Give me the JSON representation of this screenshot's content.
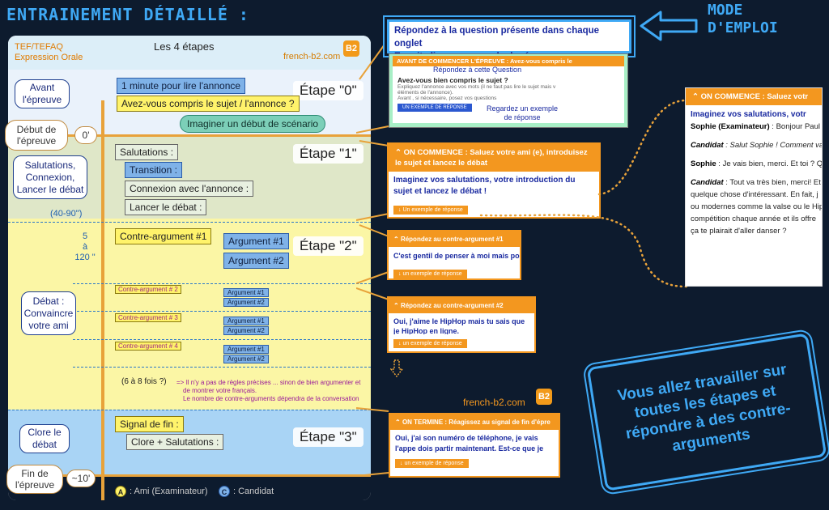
{
  "title": "ENTRAINEMENT DÉTAILLÉ :",
  "mode_title": "MODE D'EMPLOI",
  "panel": {
    "head_left": [
      "TEF/TEFAQ",
      "Expression Orale"
    ],
    "head_center": "Les 4 étapes",
    "brand": "french-b2.com",
    "badge": "B2"
  },
  "phases": {
    "avant": "Avant l'épreuve",
    "debut": "Début de l'épreuve",
    "salutations": "Salutations, Connexion, Lancer le débat",
    "debat": "Débat : Convaincre votre ami",
    "clore": "Clore le débat",
    "fin": "Fin de l'épreuve"
  },
  "times": {
    "t0": "0'",
    "t10": "~10'",
    "d1": "(40-90\")",
    "d2": [
      "5",
      "à",
      "120 \""
    ]
  },
  "etapes": [
    "Étape \"0\"",
    "Étape \"1\"",
    "Étape \"2\"",
    "Étape \"3\""
  ],
  "step0": {
    "read": "1 minute pour lire l'annonce",
    "understood": "Avez-vous compris  le sujet / l'annonce ?",
    "imagine": "Imaginer un début de scénario"
  },
  "step1": {
    "salutations": "Salutations :",
    "transition": "Transition :",
    "connexion": "Connexion avec l'annonce :",
    "lancer": "Lancer le débat :"
  },
  "step2": {
    "contre1": "Contre-argument #1",
    "arg1": "Argument #1",
    "arg2": "Argument #2",
    "contre2": "Contre-argument # 2",
    "contre3": "Contre-argument # 3",
    "contre4": "Contre-argument # 4",
    "small_arg1": "Argument #1",
    "small_arg2": "Argument #2",
    "repeat": "(6 à 8 fois ?)",
    "note": [
      "=> Il n'y a pas de règles précises ... sinon de bien argumenter et",
      "de montrer votre français.",
      "Le nombre de contre-arguments dépendra de la conversation"
    ]
  },
  "step3": {
    "signal": "Signal de fin :",
    "clore": "Clore + Salutations :"
  },
  "legend": {
    "a_letter": "A",
    "a_label": ": Ami (Examinateur)",
    "c_letter": "C",
    "c_label": ": Candidat"
  },
  "instructions": {
    "line1": "Répondez à la question présente dans chaque onglet",
    "line2": "Ensuite lisez un exemple de réponse"
  },
  "card_pre": {
    "header": "AVANT DE COMMENCER L'ÉPREUVE : Avez-vous compris le",
    "hand1": "Répondez à cette  Question",
    "question": "Avez-vous bien compris le sujet ?",
    "hint1": "Expliquez l'annonce avec vos mots (il ne faut pas lire le sujet mais v",
    "hint2": "éléments de l'annonce).",
    "hint3": "Avant , si nécessaire, posez vos questions",
    "hand2": "Regardez un exemple de réponse",
    "button": "UN EXEMPLE DE RÉPONSE"
  },
  "card_start": {
    "header": "ON COMMENCE : Saluez votre ami (e), introduisez le sujet et lancez le débat",
    "body": "Imaginez vos salutations, votre introduction du sujet et lancez le débat !",
    "button": "Un exemple de réponse"
  },
  "card_c1": {
    "header": "Répondez au contre-argument #1",
    "body": "C'est gentil de penser à moi mais po",
    "button": "un exemple de réponse"
  },
  "card_c2": {
    "header": "Répondez au contre-argument #2",
    "body": "Oui, j'aime le HipHop mais tu sais que je HipHop en ligne.",
    "button": "un exemple de réponse"
  },
  "card_end": {
    "header": "ON TERMINE : Réagissez au signal de fin d'épre",
    "body": "Oui, j'ai son numéro de téléphone, je vais l'appe dois partir maintenant. Est-ce que je peux te r",
    "button": "un exemple de réponse"
  },
  "card_big": {
    "header": "ON COMMENCE : Saluez votr",
    "title": "Imaginez vos salutations, votr",
    "l1_name": "Sophie (Examinateur)",
    "l1_text": " : Bonjour Paul",
    "l2_name": "Candidat",
    "l2_text": " : Salut Sophie ! Comment va",
    "l3_name": "Sophie",
    "l3_text": " : Je vais bien, merci. Et toi ? Qu",
    "l4_name": "Candidat",
    "l4_text": " : Tout va très bien, merci! Et",
    "l5": "quelque chose d'intéressant. En fait, j",
    "l6": "ou modernes comme la valse ou le Hip",
    "l7": "compétition chaque année et ils offre",
    "l8": "ça te plairait d'aller danser ?"
  },
  "brand_lg": "french-b2.com",
  "promo": "Vous allez travailler sur toutes les étapes et répondre à des contre-arguments",
  "colors": {
    "accent": "#3fa9f5",
    "orange": "#f3971f",
    "navy": "#0d1b2e"
  }
}
